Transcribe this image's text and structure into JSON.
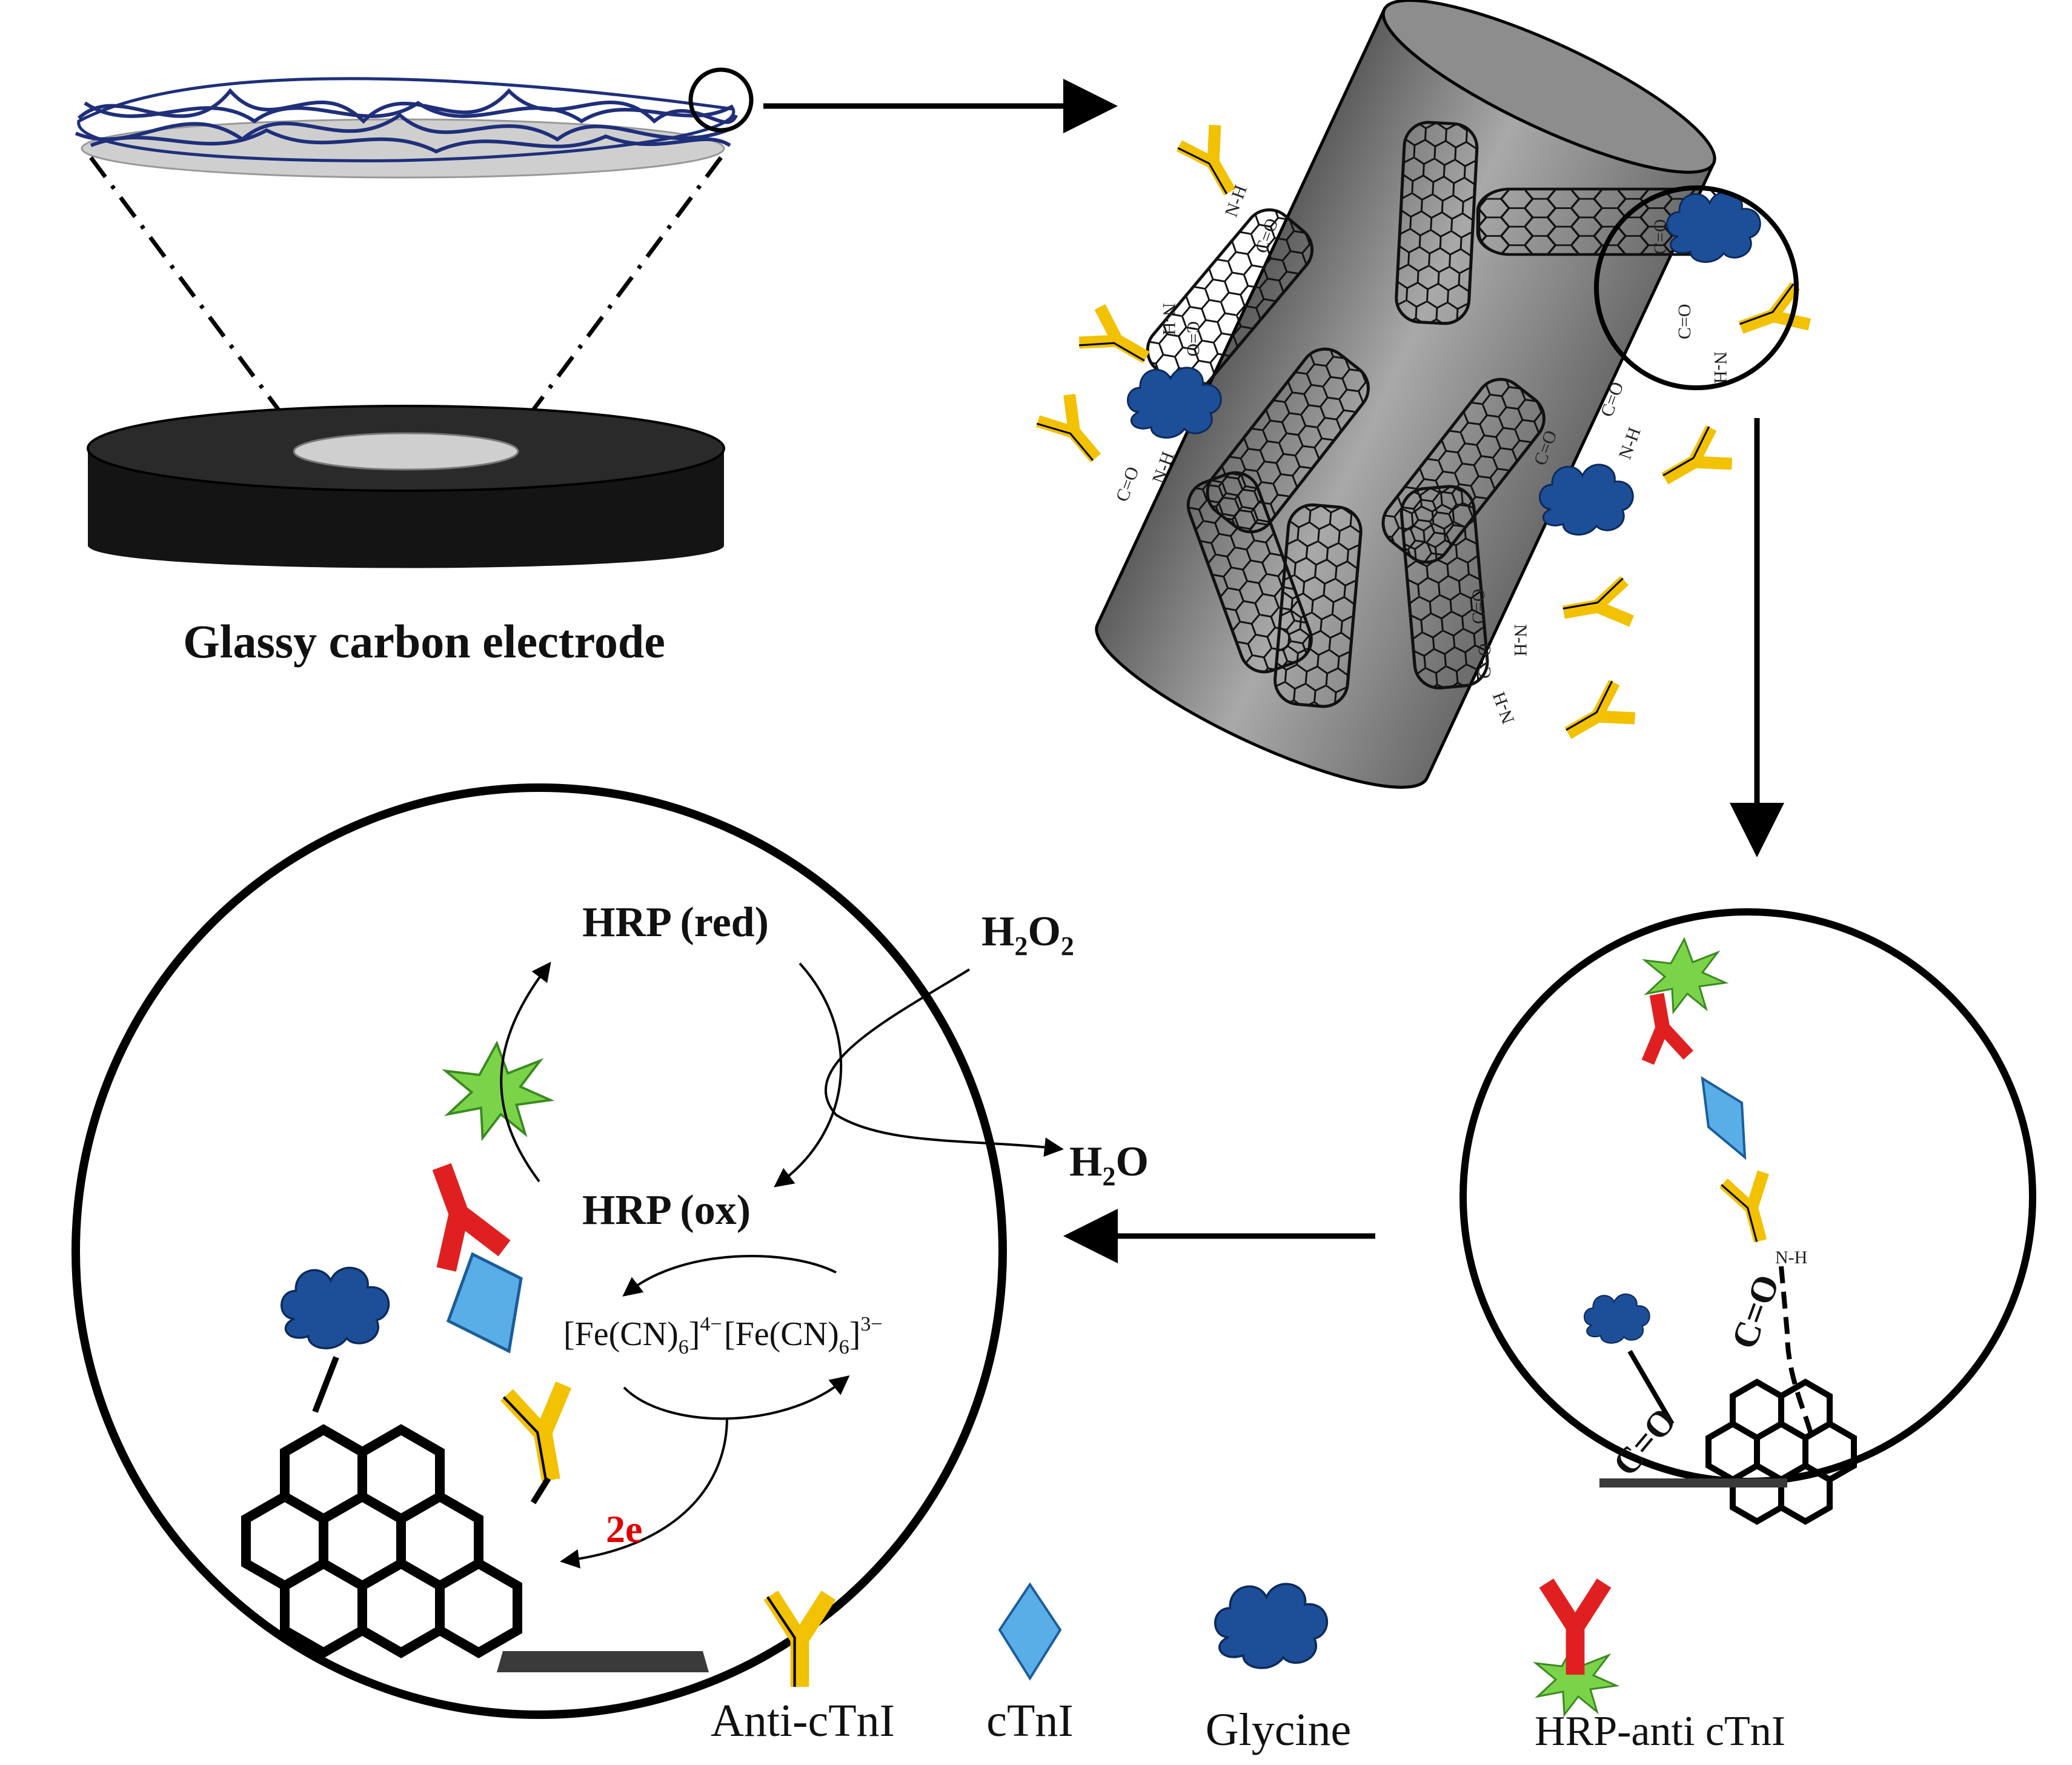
{
  "labels": {
    "electrode": "Glassy carbon electrode",
    "hrp_red": "HRP (red)",
    "hrp_ox": "HRP (ox)",
    "h2o2": "H2O2",
    "h2o": "H2O",
    "ferro": "[Fe(CN)6]4−",
    "ferri": "[Fe(CN)6]3−",
    "electrons": "2e"
  },
  "bond_labels": {
    "amide": "N-H",
    "carbonyl": "C=O"
  },
  "legend": [
    {
      "label": "Anti-cTnI",
      "icon": "yellow-antibody-icon",
      "color": "#f2c100"
    },
    {
      "label": "cTnI",
      "icon": "blue-diamond-icon",
      "color": "#5aaee8"
    },
    {
      "label": "Glycine",
      "icon": "blue-cloud-icon",
      "color": "#1d4f98"
    },
    {
      "label": "HRP-anti cTnI",
      "icon": "red-antibody-with-star-icon",
      "color": "#e02020"
    }
  ],
  "colors": {
    "antibody": "#f2c100",
    "hrp_antibody": "#e02020",
    "hrp_enzyme": "#7bd34a",
    "glycine": "#1d4f98",
    "troponin": "#5aaee8",
    "electron_label": "#e00000",
    "cnt_mesh": "#1f2f7a"
  }
}
